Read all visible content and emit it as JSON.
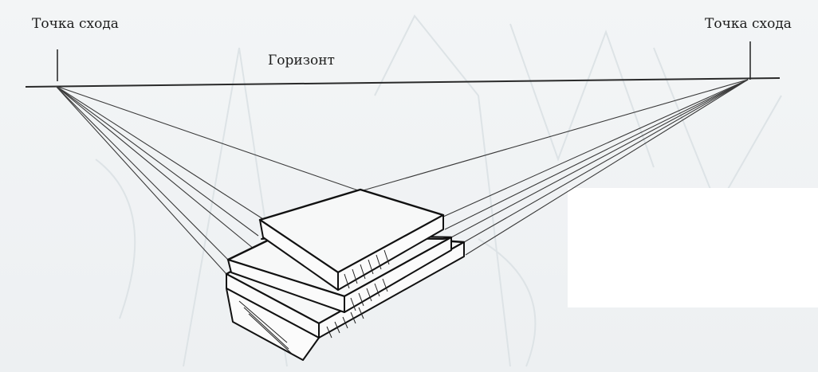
{
  "labels": {
    "vanishing_point_left": "Точка схода",
    "vanishing_point_right": "Точка схода",
    "horizon": "Горизонт"
  }
}
